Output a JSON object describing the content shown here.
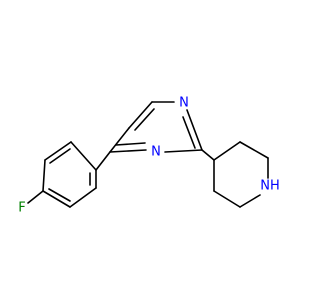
{
  "molecule": {
    "colors": {
      "bond": "#000000",
      "nitrogen": "#0000ff",
      "fluorine": "#008000",
      "background": "#ffffff"
    },
    "atoms": {
      "pyrimidine_n1": {
        "element": "nitrogen",
        "label": "N"
      },
      "pyrimidine_n3": {
        "element": "nitrogen",
        "label": "N"
      },
      "piperidine_nh": {
        "element": "nitrogen",
        "label": "NH"
      },
      "fluorine": {
        "element": "fluorine",
        "label": "F"
      }
    }
  }
}
